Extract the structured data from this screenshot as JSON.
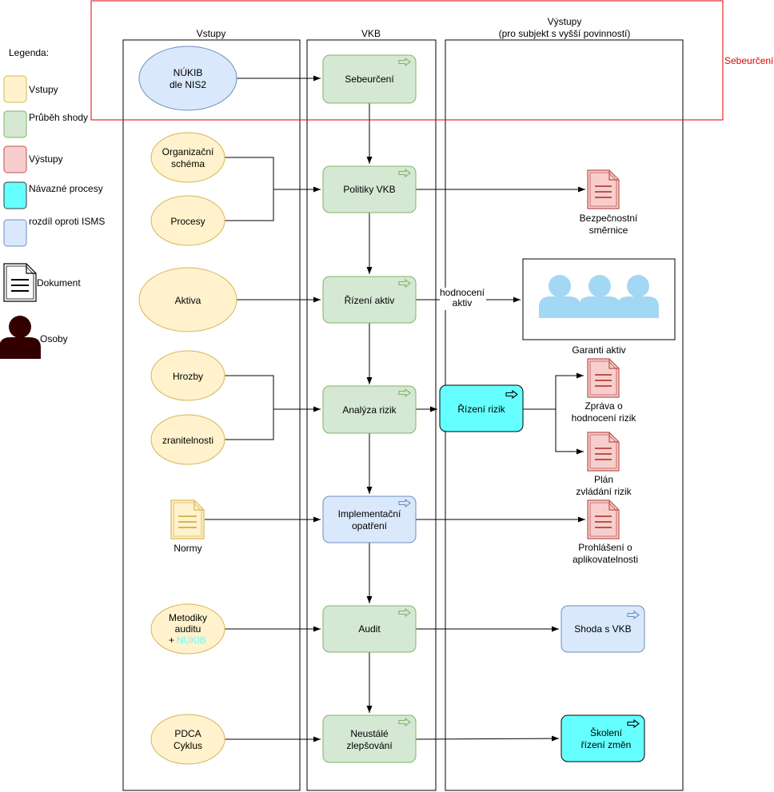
{
  "legend": {
    "title": "Legenda:",
    "items": [
      "Vstupy",
      "Průběh shody",
      "Výstupy",
      "Návazné procesy",
      "rozdíl oproti ISMS",
      "Dokument",
      "Osoby"
    ]
  },
  "columns": {
    "inputs": "Vstupy",
    "vkb": "VKB",
    "outputs_line1": "Výstupy",
    "outputs_line2": "(pro subjekt s vyšší povinností)"
  },
  "highlight": {
    "label": "Sebeurčení"
  },
  "inputs": {
    "nukib_1": "NÚKIB",
    "nukib_2": "dle NIS2",
    "org_1": "Organizační",
    "org_2": "schéma",
    "procesy": "Procesy",
    "aktiva": "Aktiva",
    "hrozby": "Hrozby",
    "zranitelnosti": "zranitelnosti",
    "normy": "Normy",
    "metodiky_1": "Metodiky",
    "metodiky_2": "auditu",
    "metodiky_plus": "+",
    "metodiky_nukib": "NÚKIB",
    "pdca_1": "PDCA",
    "pdca_2": "Cyklus"
  },
  "steps": {
    "sebeurceni": "Sebeurčení",
    "politiky": "Politiky VKB",
    "rizeni_aktiv": "Řízení aktiv",
    "analyza": "Analýza rizik",
    "implementacni_1": "Implementační",
    "implementacni_2": "opatření",
    "audit": "Audit",
    "neustale_1": "Neustálé",
    "neustale_2": "zlepšování"
  },
  "edge_label": {
    "line1": "hodnocení",
    "line2": "aktiv"
  },
  "outputs": {
    "bezp_1": "Bezpečnostní",
    "bezp_2": "směrnice",
    "garanti": "Garanti aktiv",
    "rizeni_rizik": "Řízení rizik",
    "zprava_1": "Zpráva o",
    "zprava_2": "hodnocení rizik",
    "plan_1": "Plán",
    "plan_2": "zvládání rizik",
    "prohlaseni_1": "Prohlášení o",
    "prohlaseni_2": "aplikovatelnosti",
    "shoda": "Shoda s VKB",
    "skoleni_1": "Školení",
    "skoleni_2": "řízení změn"
  },
  "colors": {
    "input_fill": "#fff2cc",
    "input_stroke": "#d6b656",
    "step_fill": "#d5e8d4",
    "step_stroke": "#82b366",
    "output_fill": "#f8cecc",
    "output_stroke": "#b85450",
    "related_fill": "#66ffff",
    "diff_fill": "#dae8fc",
    "diff_stroke": "#6c8ebf",
    "highlight": "#e00000",
    "person": "#a2d8f3",
    "person_legend": "#330000"
  }
}
